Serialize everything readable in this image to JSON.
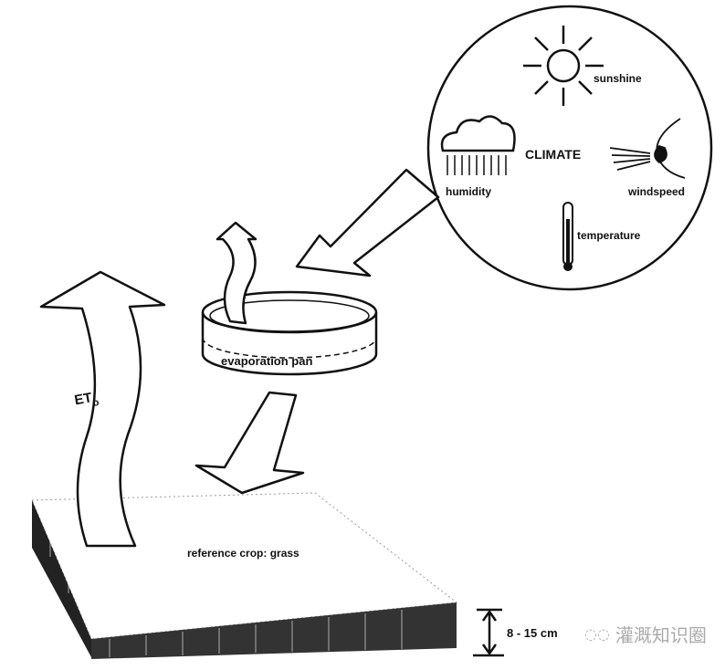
{
  "climate": {
    "title": "CLIMATE",
    "factors": [
      "sunshine",
      "humidity",
      "windspeed",
      "temperature"
    ]
  },
  "pan_label": "evaporation pan",
  "eto_label": "ET",
  "eto_subscript": "o",
  "grass_label": "reference crop: grass",
  "height_label": "8 - 15 cm",
  "watermark": "灌溉知识圈"
}
